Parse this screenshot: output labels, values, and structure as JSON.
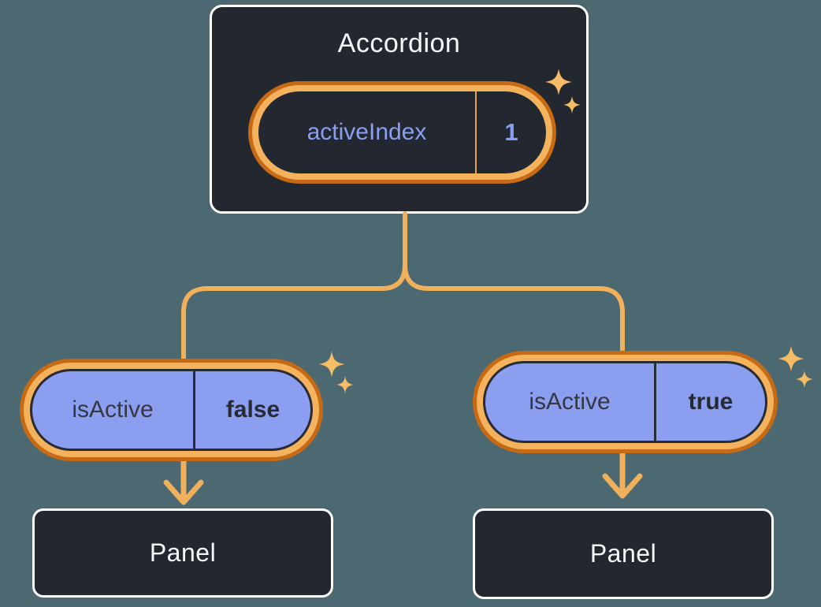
{
  "root_component": {
    "title": "Accordion",
    "state": {
      "name": "activeIndex",
      "value": "1"
    }
  },
  "left_child": {
    "prop_name": "isActive",
    "prop_value": "false",
    "panel_label": "Panel"
  },
  "right_child": {
    "prop_name": "isActive",
    "prop_value": "true",
    "panel_label": "Panel"
  },
  "icons": {
    "sparkle": "four-point-star",
    "arrow": "down-arrow"
  },
  "colors": {
    "background": "#4c6870",
    "node_fill": "#23272f",
    "node_border": "#ffffff",
    "node_text": "#f6f7f9",
    "ring_outer": "#c76a15",
    "ring_inner": "#f4b25d",
    "connector": "#f1b05c",
    "sparkle": "#f7bd66",
    "prop_fill": "#8c9ef0",
    "prop_outline": "#272b33",
    "prop_text": "#333842",
    "prop_value_text": "#262b33",
    "state_text": "#8b9ef2",
    "state_divider": "#e7a149"
  }
}
